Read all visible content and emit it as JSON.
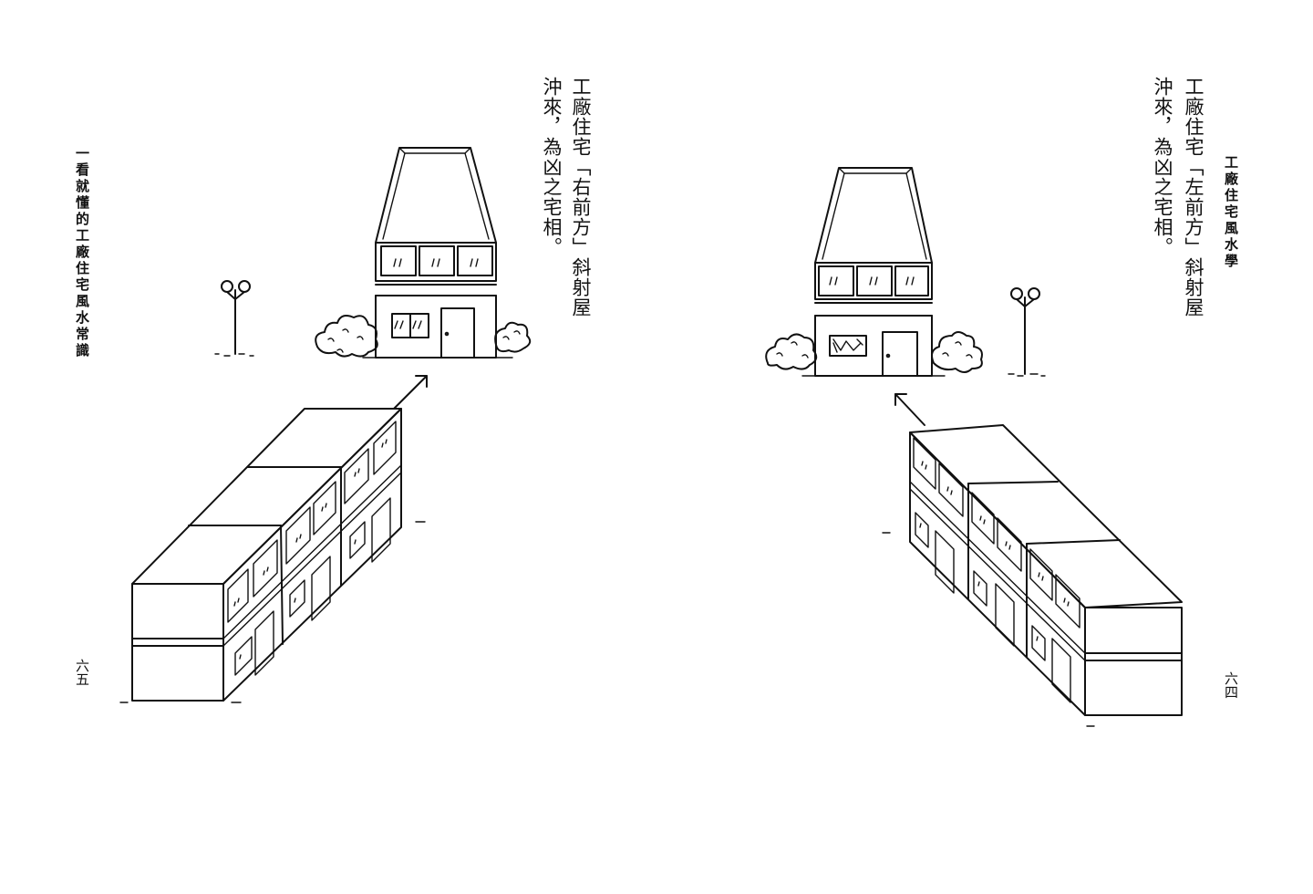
{
  "left_page": {
    "running_head": "一看就懂的工廠住宅風水常識",
    "caption_lines": [
      "工廠住宅「右前方」斜射屋",
      "沖來，為凶之宅相。"
    ],
    "page_number": "六五"
  },
  "right_page": {
    "running_head": "工廠住宅風水學",
    "caption_lines": [
      "工廠住宅「左前方」斜射屋",
      "沖來，為凶之宅相。"
    ],
    "page_number": "六四"
  }
}
